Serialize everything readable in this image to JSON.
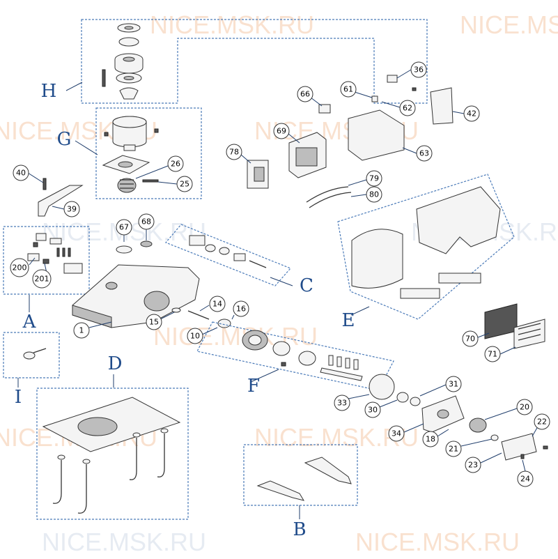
{
  "watermark": "NICE.MSK.RU",
  "groups": {
    "A": "A",
    "B": "B",
    "C": "C",
    "D": "D",
    "E": "E",
    "F": "F",
    "G": "G",
    "H": "H",
    "I": "I"
  },
  "parts": {
    "p1": "1",
    "p10": "10",
    "p14": "14",
    "p15": "15",
    "p16": "16",
    "p18": "18",
    "p20": "20",
    "p21": "21",
    "p22": "22",
    "p23": "23",
    "p24": "24",
    "p25": "25",
    "p26": "26",
    "p30": "30",
    "p31": "31",
    "p33": "33",
    "p34": "34",
    "p36": "36",
    "p39": "39",
    "p40": "40",
    "p42": "42",
    "p61": "61",
    "p62": "62",
    "p63": "63",
    "p66": "66",
    "p67": "67",
    "p68": "68",
    "p69": "69",
    "p70": "70",
    "p71": "71",
    "p78": "78",
    "p79": "79",
    "p80": "80",
    "p200": "200",
    "p201": "201"
  },
  "colors": {
    "group_outline": "#4a7ab8",
    "group_letter": "#1f4b8a",
    "watermark": "#f5c9a8"
  }
}
